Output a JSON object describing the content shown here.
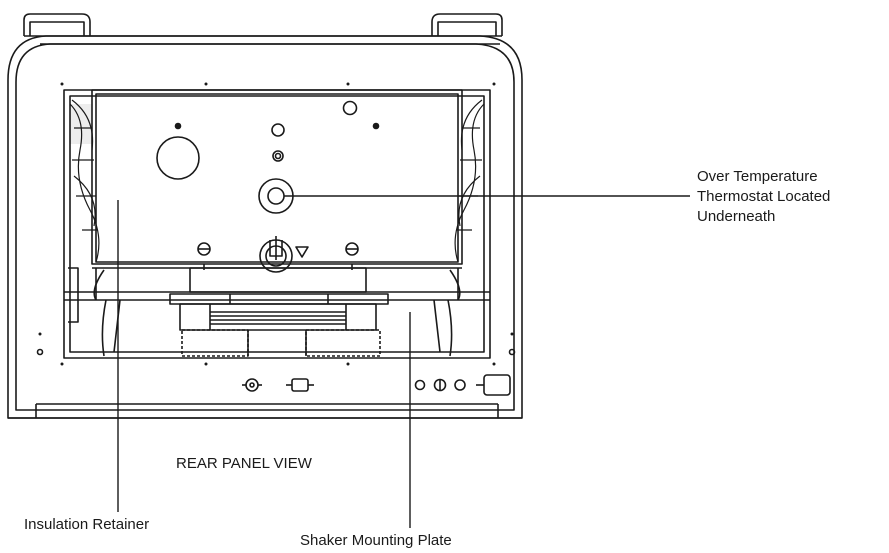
{
  "diagram": {
    "title": "REAR PANEL VIEW",
    "callouts": {
      "thermostat": [
        "Over Temperature",
        "Thermostat Located",
        "Underneath"
      ],
      "insulation_retainer": "Insulation Retainer",
      "shaker_plate": "Shaker Mounting Plate"
    }
  }
}
